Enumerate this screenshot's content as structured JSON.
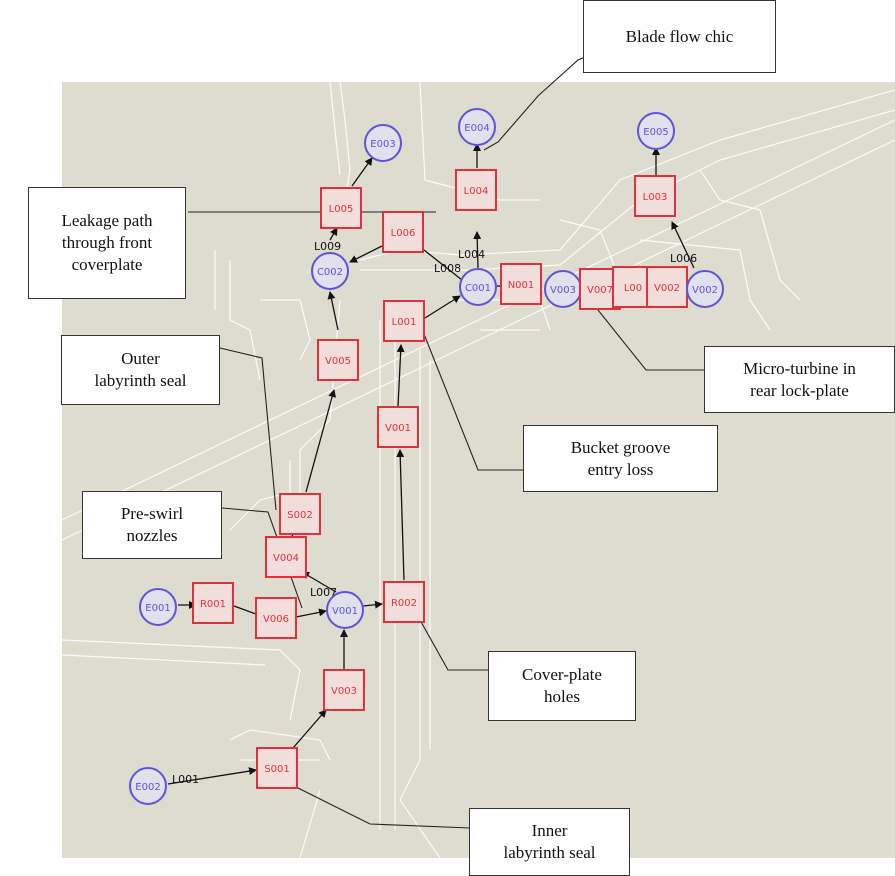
{
  "colors": {
    "background": "#dedbcf",
    "node_red": "#e0303c",
    "node_blue": "#5a55dc",
    "arrow": "#111111"
  },
  "nodes": [
    {
      "id": "E003",
      "shape": "circle"
    },
    {
      "id": "E004",
      "shape": "circle"
    },
    {
      "id": "E005",
      "shape": "circle"
    },
    {
      "id": "L005",
      "shape": "square"
    },
    {
      "id": "L004",
      "shape": "square"
    },
    {
      "id": "L003",
      "shape": "square"
    },
    {
      "id": "L006",
      "shape": "square"
    },
    {
      "id": "C002",
      "shape": "circle"
    },
    {
      "id": "C001",
      "shape": "circle"
    },
    {
      "id": "N001",
      "shape": "square"
    },
    {
      "id": "V003",
      "shape": "circle"
    },
    {
      "id": "V007",
      "shape": "square"
    },
    {
      "id": "L00",
      "shape": "square"
    },
    {
      "id": "V002",
      "shape": "square"
    },
    {
      "id": "V002",
      "shape": "circle"
    },
    {
      "id": "L001",
      "shape": "square"
    },
    {
      "id": "V005",
      "shape": "square"
    },
    {
      "id": "V001",
      "shape": "square"
    },
    {
      "id": "S002",
      "shape": "square"
    },
    {
      "id": "V004",
      "shape": "square"
    },
    {
      "id": "E001",
      "shape": "circle"
    },
    {
      "id": "R001",
      "shape": "square"
    },
    {
      "id": "V006",
      "shape": "square"
    },
    {
      "id": "V001",
      "shape": "circle"
    },
    {
      "id": "R002",
      "shape": "square"
    },
    {
      "id": "V003",
      "shape": "square"
    },
    {
      "id": "S001",
      "shape": "square"
    },
    {
      "id": "E002",
      "shape": "circle"
    }
  ],
  "edge_labels": [
    "L009",
    "L004",
    "L008",
    "L006",
    "L007",
    "L001"
  ],
  "callouts": [
    {
      "text": "Blade flow chic"
    },
    {
      "text": "Leakage path\nthrough front\ncoverplate"
    },
    {
      "text": "Outer\nlabyrinth seal"
    },
    {
      "text": "Micro-turbine in\nrear lock-plate"
    },
    {
      "text": "Bucket groove\nentry loss"
    },
    {
      "text": "Pre-swirl\nnozzles"
    },
    {
      "text": "Cover-plate\nholes"
    },
    {
      "text": "Inner\nlabyrinth seal"
    }
  ]
}
